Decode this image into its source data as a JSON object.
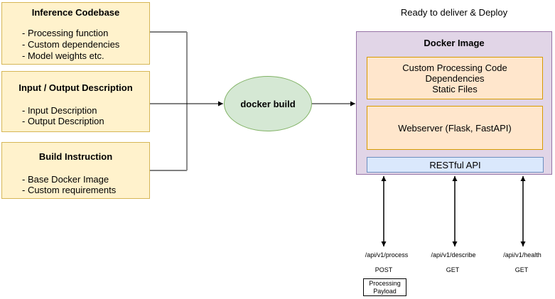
{
  "header": {
    "ready_text": "Ready to deliver & Deploy"
  },
  "left_boxes": [
    {
      "title": "Inference Codebase",
      "items": [
        "- Processing function",
        "- Custom dependencies",
        "- Model weights  etc."
      ]
    },
    {
      "title": "Input / Output Description",
      "items": [
        "- Input Description",
        "- Output Description"
      ]
    },
    {
      "title": "Build Instruction",
      "items": [
        "- Base Docker Image",
        "- Custom requirements"
      ]
    }
  ],
  "process": {
    "label": "docker build"
  },
  "docker_image": {
    "title": "Docker Image",
    "layers": [
      {
        "lines": [
          "Custom Processing Code",
          "Dependencies",
          "Static Files"
        ]
      },
      {
        "lines": [
          "Webserver (Flask, FastAPI)"
        ]
      },
      {
        "lines": [
          "RESTful API"
        ]
      }
    ]
  },
  "endpoints": [
    {
      "path": "/api/v1/process",
      "method": "POST",
      "payload_lines": [
        "Processing",
        "Payload"
      ]
    },
    {
      "path": "/api/v1/describe",
      "method": "GET"
    },
    {
      "path": "/api/v1/health",
      "method": "GET"
    }
  ],
  "colors": {
    "yellow_fill": "#FFF2CC",
    "yellow_stroke": "#D6B656",
    "green_fill": "#D5E8D4",
    "green_stroke": "#82B366",
    "purple_fill": "#E1D5E7",
    "purple_stroke": "#9673A6",
    "orange_fill": "#FFE6CC",
    "orange_stroke": "#D79B00",
    "blue_fill": "#DAE8FC",
    "blue_stroke": "#6C8EBF",
    "line": "#000000",
    "connector_gray": "#8C8C8C"
  }
}
